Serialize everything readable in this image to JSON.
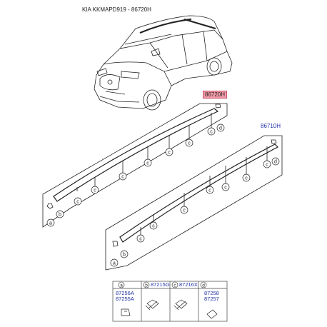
{
  "header": {
    "title": "KIA KKMAPD919 - 86720H"
  },
  "parts": {
    "upper_part_no": "86720H",
    "lower_part_no": "86710H"
  },
  "callouts": {
    "a": "a",
    "b": "b",
    "c": "c",
    "d": "d"
  },
  "table": {
    "headers": [
      "a",
      "b",
      "c",
      "d"
    ],
    "col_a": [
      "87256A",
      "87255A"
    ],
    "col_b": "87215G",
    "col_c": "87216X",
    "col_d": [
      "87258",
      "87257"
    ]
  },
  "colors": {
    "line": "#222222",
    "highlight": "#f29ba8",
    "part_number": "#2233aa"
  }
}
